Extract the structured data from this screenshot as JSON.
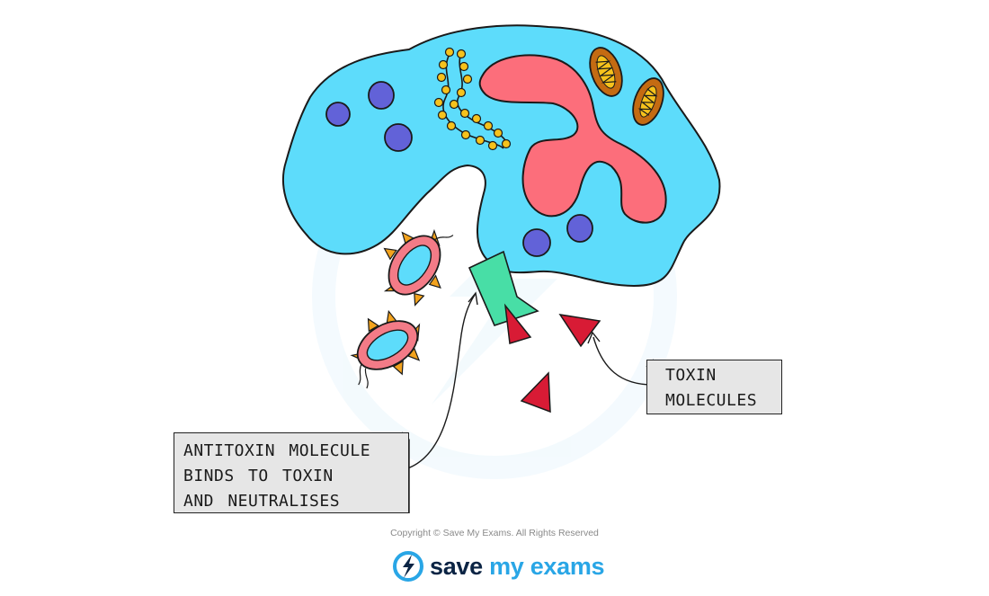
{
  "labels": {
    "antitoxin": {
      "line1": "ANTITOXIN MOLECULE",
      "line2": "BINDS TO TOXIN",
      "line3": "AND NEUTRALISES"
    },
    "toxin": {
      "line1": "TOXIN",
      "line2": "MOLECULES"
    }
  },
  "footer": {
    "copyright": "Copyright © Save My Exams. All Rights Reserved",
    "brand_part1": "save",
    "brand_part2": "my exams"
  },
  "colors": {
    "cytoplasm": "#5ddcfb",
    "nucleus": "#fc6e7b",
    "granule": "#6262d8",
    "mitochondrion": "#c46b12",
    "ribosome": "#f6c21c",
    "antitoxin": "#48dea6",
    "toxin": "#d81b35",
    "bacterium_wall": "#f37b87",
    "bacterium_spike": "#f3a31e",
    "label_bg": "#e6e6e6",
    "brand_blue": "#29a6e6",
    "brand_dark": "#0b2444"
  },
  "icons": [
    "save-my-exams-logo-icon"
  ]
}
